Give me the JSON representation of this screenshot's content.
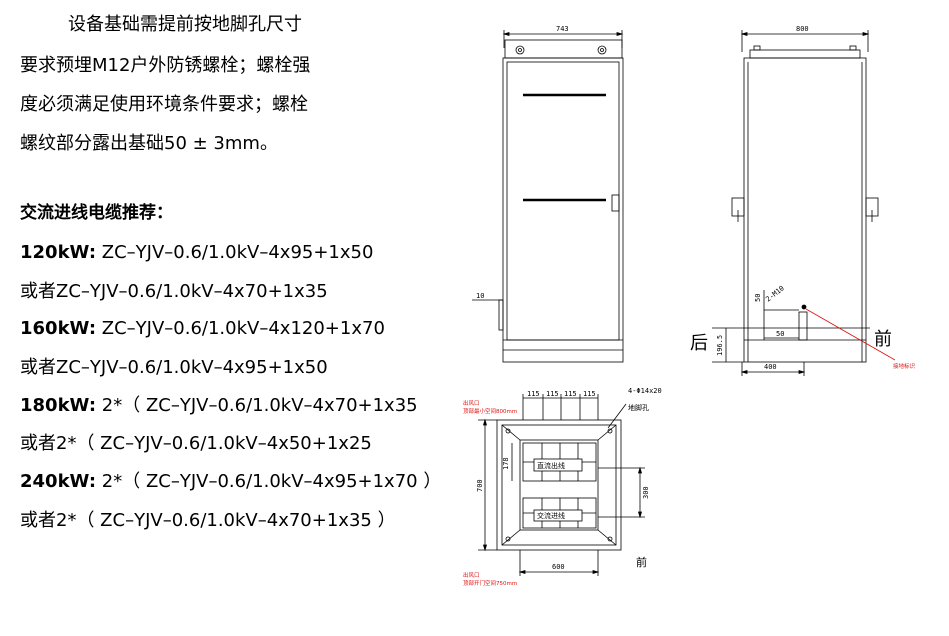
{
  "intro": {
    "line1": "设备基础需提前按地脚孔尺寸",
    "line2": "要求预埋M12户外防锈螺栓；螺栓强",
    "line3": "度必须满足使用环境条件要求；螺栓",
    "line4": "螺纹部分露出基础50 ± 3mm。"
  },
  "cables": {
    "heading": "交流进线电缆推荐：",
    "items": [
      {
        "power": "120kW:",
        "spec": " ZC–YJV–0.6/1.0kV–4x95+1x50"
      },
      {
        "power": "",
        "spec": "或者ZC–YJV–0.6/1.0kV–4x70+1x35"
      },
      {
        "power": "160kW:",
        "spec": " ZC–YJV–0.6/1.0kV–4x120+1x70"
      },
      {
        "power": "",
        "spec": "或者ZC–YJV–0.6/1.0kV–4x95+1x50"
      },
      {
        "power": "180kW:",
        "spec": " 2*（ ZC–YJV–0.6/1.0kV–4x70+1x35"
      },
      {
        "power": "",
        "spec": "或者2*（ ZC–YJV–0.6/1.0kV–4x50+1x25"
      },
      {
        "power": "240kW:",
        "spec": " 2*（ ZC–YJV–0.6/1.0kV–4x95+1x70 ）"
      },
      {
        "power": "",
        "spec": "或者2*（ ZC–YJV–0.6/1.0kV–4x70+1x35 ）"
      }
    ]
  },
  "front_view": {
    "width_dim": "743",
    "side_dim": "10"
  },
  "side_view": {
    "width_dim": "800",
    "bolt_label": "2-M10",
    "dim_50_vert": "50",
    "dim_50_horiz": "50",
    "dim_196": "196.5",
    "dim_400": "400",
    "rear_label": "后",
    "front_label": "前",
    "ground_label": "接地标识"
  },
  "base_view": {
    "outlet_top_1": "出风口",
    "outlet_top_2": "顶部最小空间800mm",
    "dims_top": [
      "115",
      "115",
      "115",
      "115"
    ],
    "holes": "4-Φ14x20",
    "foot_hole": "地脚孔",
    "dim_178": "178",
    "dim_700": "700",
    "dim_300": "300",
    "dim_600": "600",
    "dc_out": "直流出线",
    "ac_in": "交流进线",
    "front": "前",
    "outlet_bot_1": "出风口",
    "outlet_bot_2": "顶部开门空间750mm"
  }
}
